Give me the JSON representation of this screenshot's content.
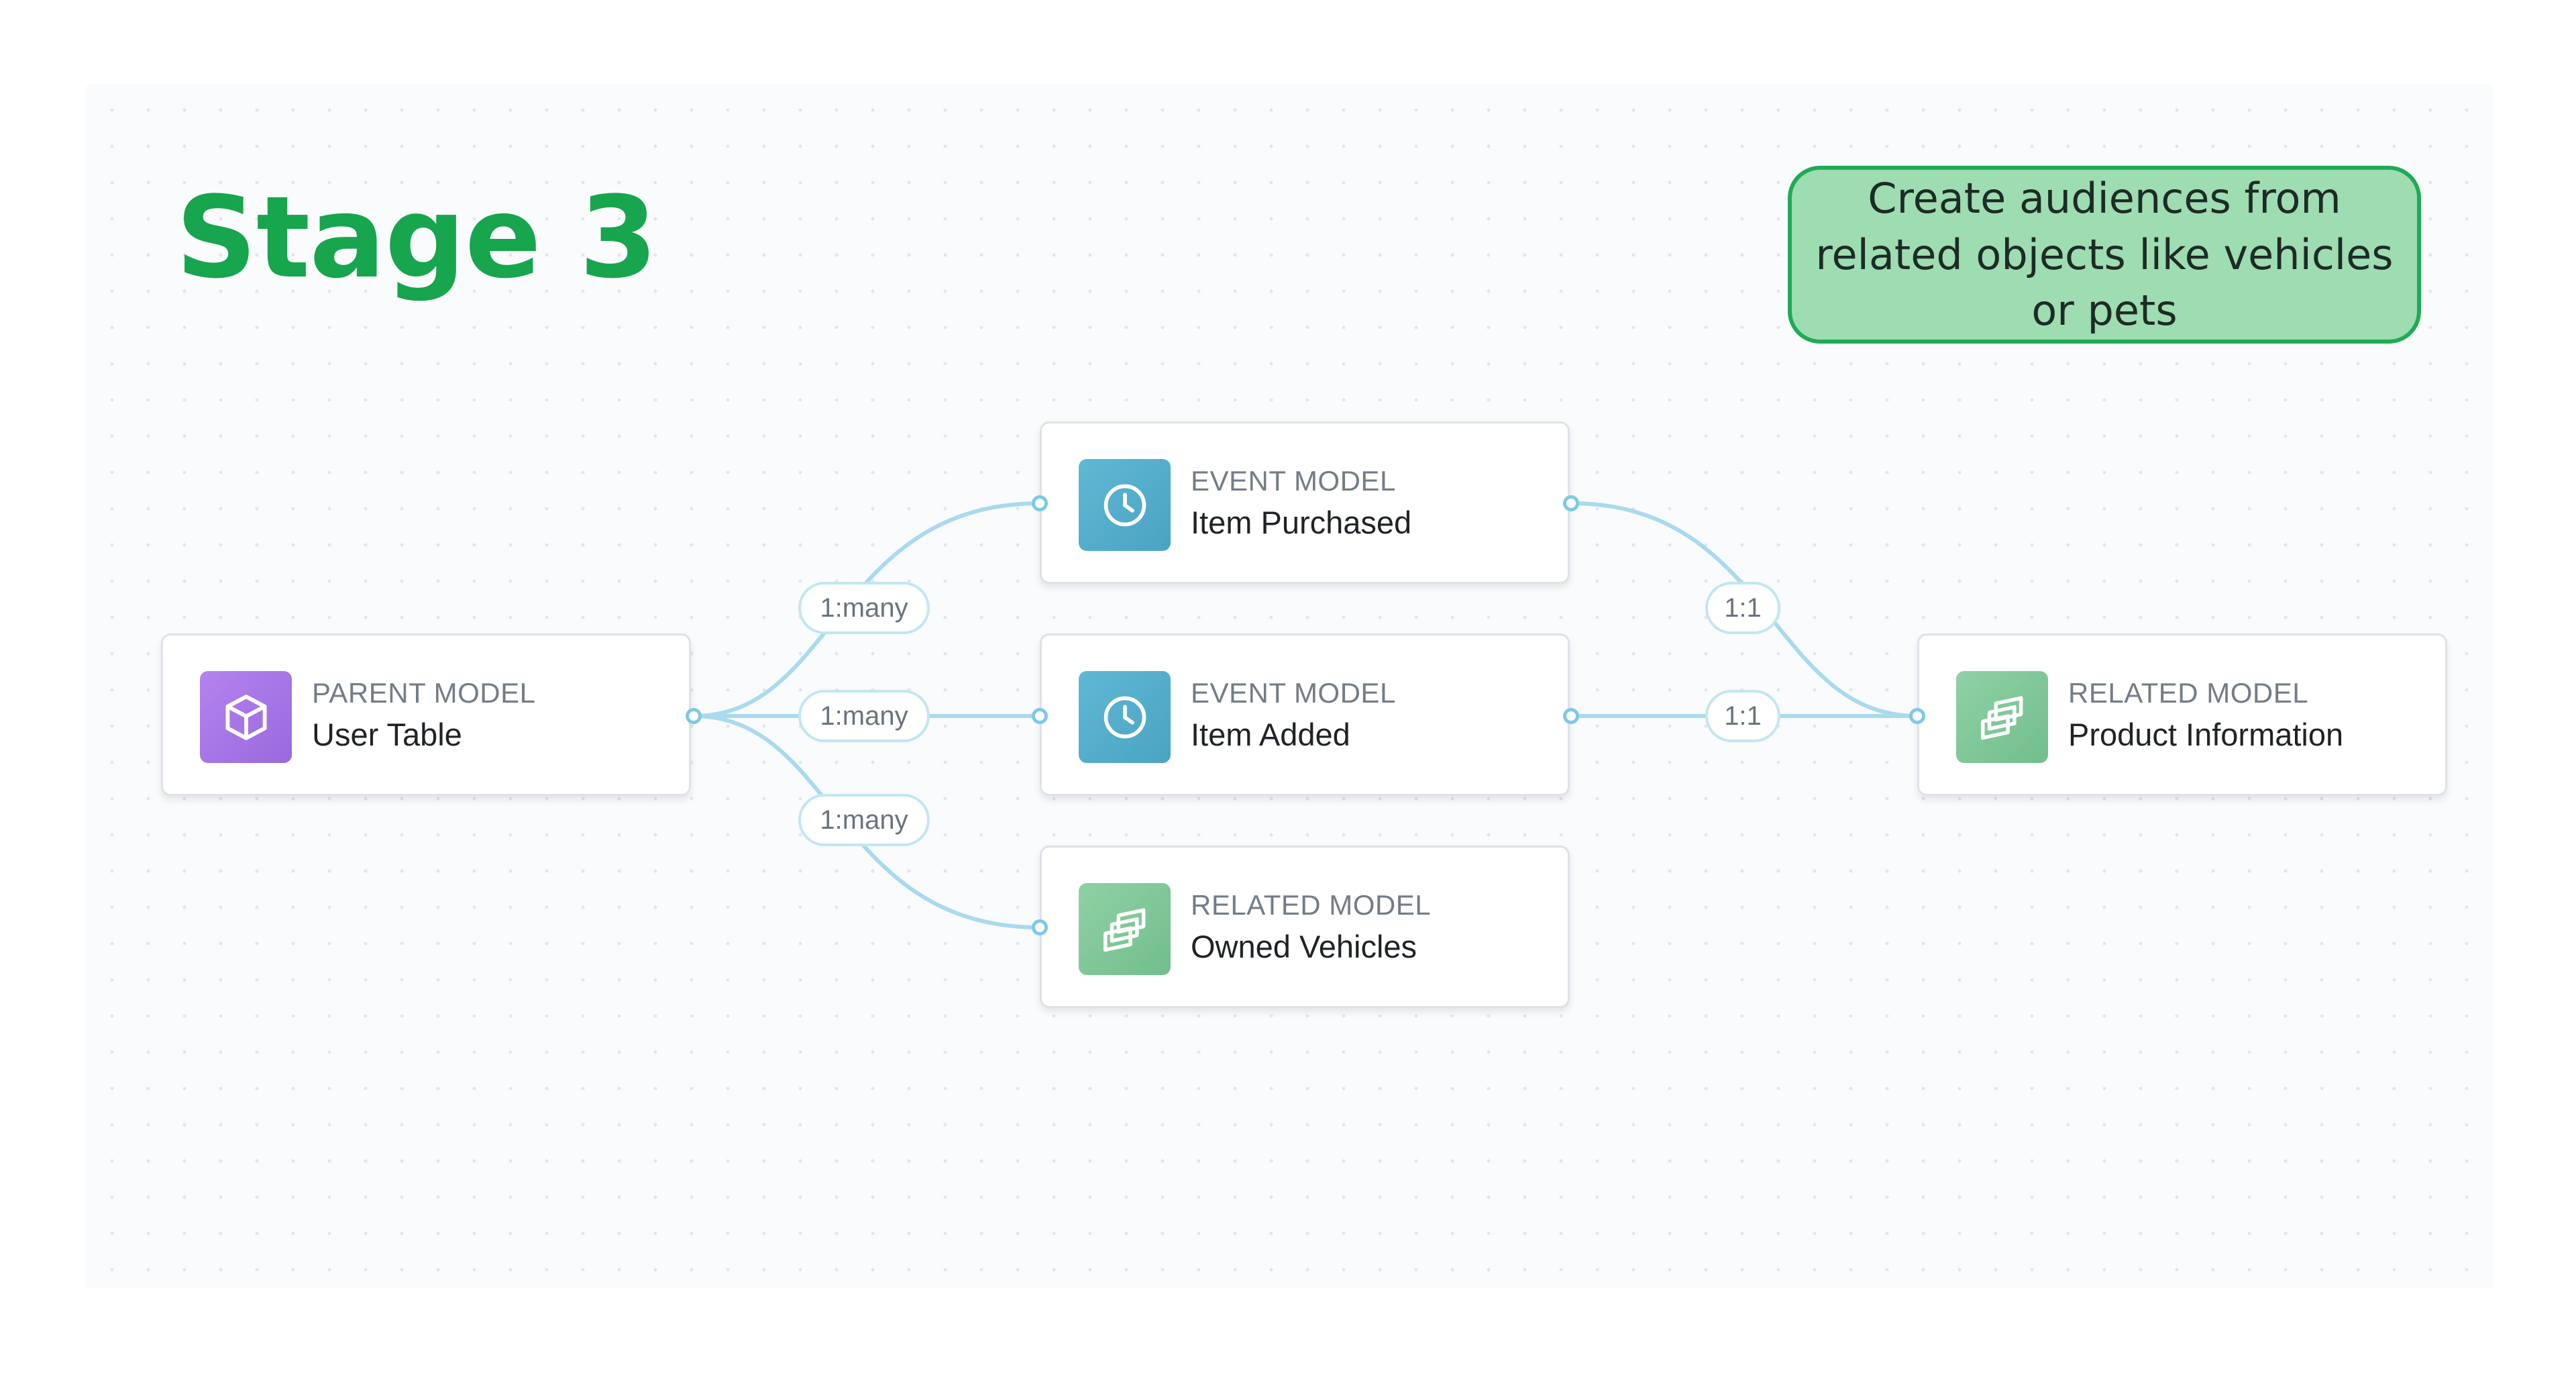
{
  "title": "Stage 3",
  "callout": "Create audiences from related objects like vehicles or pets",
  "colors": {
    "title": "#17a54d",
    "callout_bg": "#9edcb2",
    "callout_border": "#1fab56",
    "edge": "#a9daee",
    "parent_tile": "#a776e6",
    "event_tile": "#54adcb",
    "related_tile": "#80c898"
  },
  "nodes": [
    {
      "id": "user",
      "kind": "PARENT MODEL",
      "label": "User Table",
      "icon": "cube-icon"
    },
    {
      "id": "purchased",
      "kind": "EVENT MODEL",
      "label": "Item Purchased",
      "icon": "clock-icon"
    },
    {
      "id": "added",
      "kind": "EVENT MODEL",
      "label": "Item Added",
      "icon": "clock-icon"
    },
    {
      "id": "vehicles",
      "kind": "RELATED MODEL",
      "label": "Owned Vehicles",
      "icon": "stacked-cards-icon"
    },
    {
      "id": "product",
      "kind": "RELATED MODEL",
      "label": "Product Information",
      "icon": "stacked-cards-icon"
    }
  ],
  "edges": [
    {
      "from": "user",
      "to": "purchased",
      "label": "1:many"
    },
    {
      "from": "user",
      "to": "added",
      "label": "1:many"
    },
    {
      "from": "user",
      "to": "vehicles",
      "label": "1:many"
    },
    {
      "from": "purchased",
      "to": "product",
      "label": "1:1"
    },
    {
      "from": "added",
      "to": "product",
      "label": "1:1"
    }
  ]
}
